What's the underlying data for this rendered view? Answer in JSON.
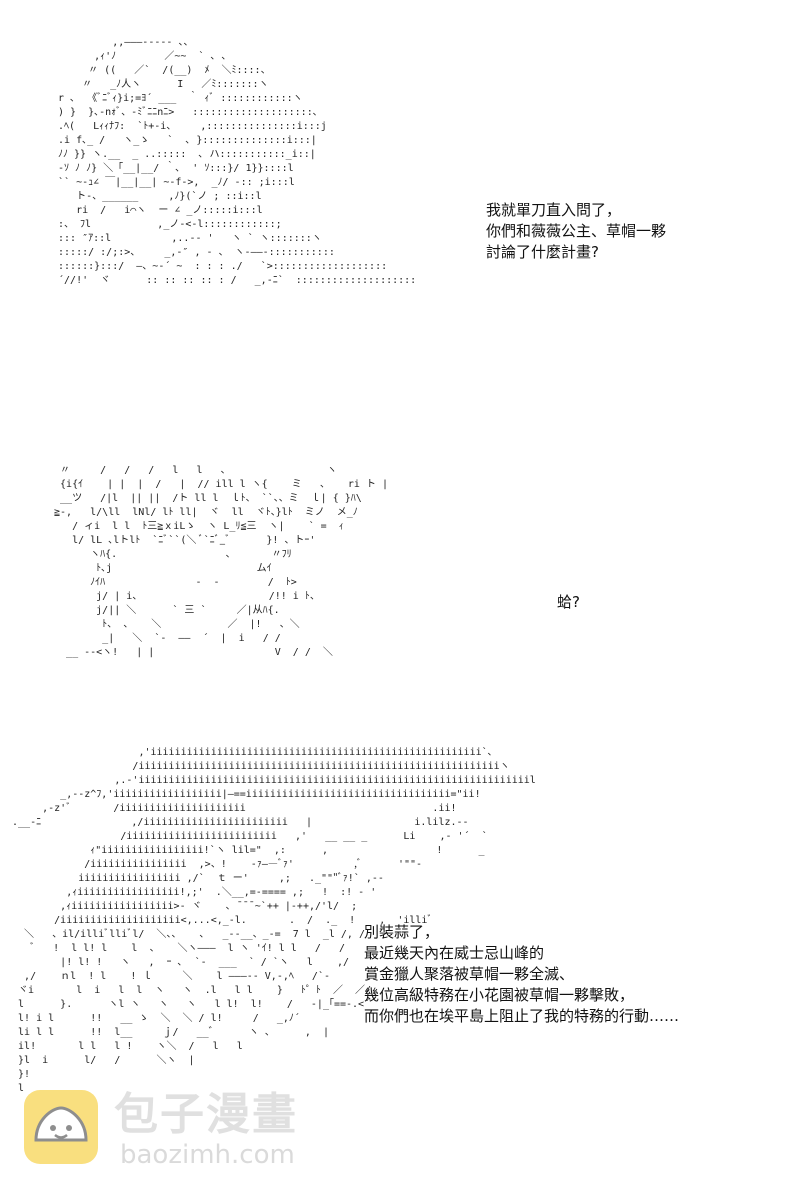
{
  "panels": [
    {
      "id": "panel-1",
      "art": "          ,,―――‐‐‐‐‐ 、、\n       ,ｨ'ﾉ        ／~~  ` ､ ､\n      〃 ((   ／`  /(__)  ﾒ  ＼ﾐ::::、\n     〃   _ﾉ人ヽ      I   ／ﾐ:::::::ヽ\n r ､  《ﾞﾆﾞｨ}i;=ﾖ´ ___  ｀ ｨﾞ ::::::::::::ヽ\n ) }  }､-nｫﾞ、‐ﾐﾞﾆﾆnﾆ>   ::::::::::::::::::::､\n .ﾍ(   Lｨｨﾅﾌ:  `ﾄ+-i、    ,:::::::::::::::i:::j\n .i f､_ /   ヽ_ゝ   `  ､ }::::::::::::::i:::|\n ﾉﾉ }} ヽ.__  _ ..:::::  ､ ハ:::::::::::_i::|\n -ｿ ﾉ ﾉ} ＼「__|__/ ｀､  ' ｿ:::}/ 1}}::::l\n `` ~-ｭ∠ ￣|__|__| ~-f->,  _ﾉ/ -:: ;i:::l\n    ト-、______     ,ﾉ}(`ノ ; ::i::l\n    ri  /   i⌒ヽ  ー ∠ _ノ:::::i:::l\n :、 ﾌl           ,_ノ‐<-l::::::::::::;\n ::: ″ｱ::l          ,..-‐ '   ヽ ` ヽ:::::::ヽ\n :::::/ :/;:>、    _,-″ , ‐ 、 ヽ‐――‐:::::::::::\n ::::::}:::/  ―、~‐´ ~  : : : ./   `>:::::::::::::::::::\n ´//!'  ヾ      :: :: :: :: : /   _,-ﾆ`  ::::::::::::::::::::",
      "dialogue": [
        "我就單刀直入問了，",
        "你們和薇薇公主、草帽一夥",
        "討論了什麼計畫?"
      ]
    },
    {
      "id": "panel-2",
      "art": "  〃     /   /   /   l   l   、                ヽ\n  {i{ｲ    | |  |  /   |  // ill l ヽ{    ミ   、   ri ト |\n  __ツ   /|l  || ||  /ト ll l  ｌﾄ、 ``、、ミ  ｌ| { }ﾊ\\\n ≧-,   l/\\ll  lNl/ lﾄ ll|  ヾ  ll  ヾﾄ、}lﾄ  ミノ  メ_ﾉ\n    / ィi  l l  ﾄ三≧ｘiLゝ  ヽ L_ﾘ≦三  ヽ|    ` =  ｨ\n    l/ lL ､lトlﾄ  `ﾆﾞ``(＼ ﾞ`ﾆﾞ_ﾞ      }! 、トｰ'\n       ヽﾊ{.                  、      〃ﾌﾘ\n        ﾄ､j                        ムｲ\n       ﾉｲﾊ               -  -        /  ﾄ>\n        j/ | i、                     /!! i ﾄ、\n        j/|| ＼      ` 三 `     ／|从ﾊ{.\n         ﾄ、 、   ＼           ／  |!   、＼\n         _|   ＼  `‐  ――  ´  |  i   / /\n   __ --<ヽ!   | |                    V  / /  ＼",
      "dialogue": [
        "蛤?"
      ]
    },
    {
      "id": "panel-3",
      "art": "                      ,'iiiiiiiiiiiiiiiiiiiiiiiiiiiiiiiiiiiiiiiiiiiiiiiiiiiiiii`､\n                     /iiiiiiiiiiiiiiiiiiiiiiiiiiiiiiiiiiiiiiiiiiiiiiiiiiiiiiiiiiiiヽ\n                  ,.-'iiiiiiiiiiiiiiiiiiiiiiiiiiiiiiiiiiiiiiiiiiiiiiiiiiiiiiiiiiiiiiiiil\n         _,-‐z^ﾌ,'iiiiiiiiiiiiiiiiii|―==iiiiiiiiiiiiiiiiiiiiiiiiiiiiiiiiii=\"ii!\n      ,-z'ﾞ       /iiiiiiiiiiiiiiiiiiiii                               .ii!\n .__-ﾆ               ,/iiiiiiiiiiiiiiiiiiiiiiii   |                 i.lilz.-‐\n                   /iiiiiiiiiiiiiiiiiiiiiiiii   ,'   __ __ _      Li    ,- '´  `\n              ｨ\"iiiiiiiiiiiiiiiii!`ヽ lil=\"  ,:      ,                  !      _\n             /iiiiiiiiiiiiiiii  ,>、!    ‐ｧ――ﾞｧ'          ,ﾞ      '\"\"-\n            iiiiiiiiiiiiiiiii ,/`  ｔ ー'     ,;   ._\"\"\"ﾞｧ!` ,-‐\n          ,ｨiiiiiiiiiiiiiiiii!,;'  .＼__,=-==== ,;   !  :! - '\n         ,ｨiiiiiiiiiiiiiiiii>‐ ヾ    ､ ̄ ̄ ̄ ~`++ |‐++,/'l/  ;\n        /iiiiiiiiiiiiiiiiiiii<,...<,_-l.       .  /  ._  !    ,  'illiﾞ \n   ＼   、il/illiﾞlliﾞl/  ＼、、   ､   _‐-__、_-=  7 l  _l /, /\n    ﾞ   !  l l! l    l  、   ＼ヽ―――  l ヽ 'ｲ! l l   /   /\n         |! l! !   ヽ   ,  ｰ ､  `‐  ___  ` / `ヽ   l    ,/\n   ,/    ｎl  ! l    ! ｌ     ＼    l ―――-‐ V,-,ﾍ   /`-\n  ヾi       l  i   l  l  ヽ   ヽ  .l   l l    }   ﾄ゜ﾄ  ／  ／/\n  l      }.      ヽl ヽ   ヽ   ヽ   l l!  l!    /   -|_｢==‐.<´\n  l! i l      !!   __ ゝ  ＼  ＼ / l!     /   _,ﾉ´\n  li l l      !!  l__     ｊ/   __゛     ヽ 、     ,  |\n  il!       l l   l !    ヽ＼  /   l   l\n  }l  i      l/   /      ＼ヽ  |\n  }!\n  l",
      "dialogue": [
        "別裝蒜了，",
        "最近幾天內在威士忌山峰的",
        "賞金獵人聚落被草帽一夥全滅、",
        "幾位高級特務在小花園被草帽一夥擊敗，",
        "而你們也在埃平島上阻止了我的特務的行動……"
      ]
    }
  ],
  "watermark": {
    "title": "包子漫畫",
    "url": "baozimh.com",
    "logo": "bun-mascot-icon",
    "colors": {
      "logo_fill": "#f5c518",
      "text": "#c8c8c8"
    }
  }
}
